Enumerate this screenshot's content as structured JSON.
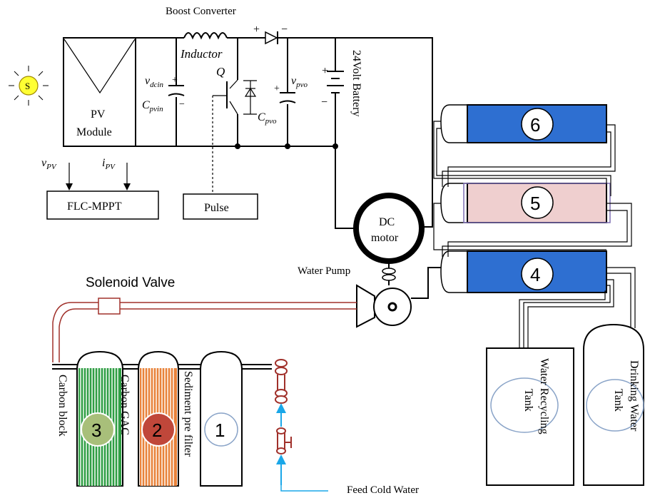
{
  "converter": {
    "title": "Boost Converter",
    "inductor": "Inductor",
    "switch": "Q",
    "vdcin_main": "v",
    "vdcin_sub": "dcin",
    "cpvin_main": "C",
    "cpvin_sub": "pvin",
    "vpvo_main": "v",
    "vpvo_sub": "pvo",
    "cpvo_main": "C",
    "cpvo_sub": "pvo",
    "battery": "24Volt Battery",
    "plus": "+",
    "minus": "−"
  },
  "pv": {
    "sun_label": "S",
    "module_line1": "PV",
    "module_line2": "Module",
    "vpv_main": "v",
    "vpv_sub": "PV",
    "ipv_main": "i",
    "ipv_sub": "PV"
  },
  "control": {
    "mppt": "FLC-MPPT",
    "pulse": "Pulse"
  },
  "motor": {
    "line1": "DC",
    "line2": "motor",
    "pump": "Water Pump"
  },
  "valve": "Solenoid Valve",
  "membranes": {
    "m6": "6",
    "m5": "5",
    "m4": "4"
  },
  "tanks": {
    "recycle_line1": "Water Recycling",
    "recycle_line2": "Tank",
    "drink_line1": "Drinking Water",
    "drink_line2": "Tank"
  },
  "filters": {
    "f1_num": "1",
    "f1_label": "Sediment pre filter",
    "f2_num": "2",
    "f2_label": "Carbon GAC",
    "f3_num": "3",
    "f3_label": "Carbon block"
  },
  "feed": "Feed Cold Water",
  "colors": {
    "membrane_blue": "#2e6fd1",
    "membrane_pink": "#efcfcf",
    "pipe_red": "#a0302a",
    "feed_arrow": "#1aa7e8",
    "sun_yellow": "#ffff33",
    "filter_green": "#2f9e44",
    "filter_orange": "#e8823a",
    "filter2_circle": "#c0473a",
    "filter3_circle": "#a8bf7a"
  }
}
